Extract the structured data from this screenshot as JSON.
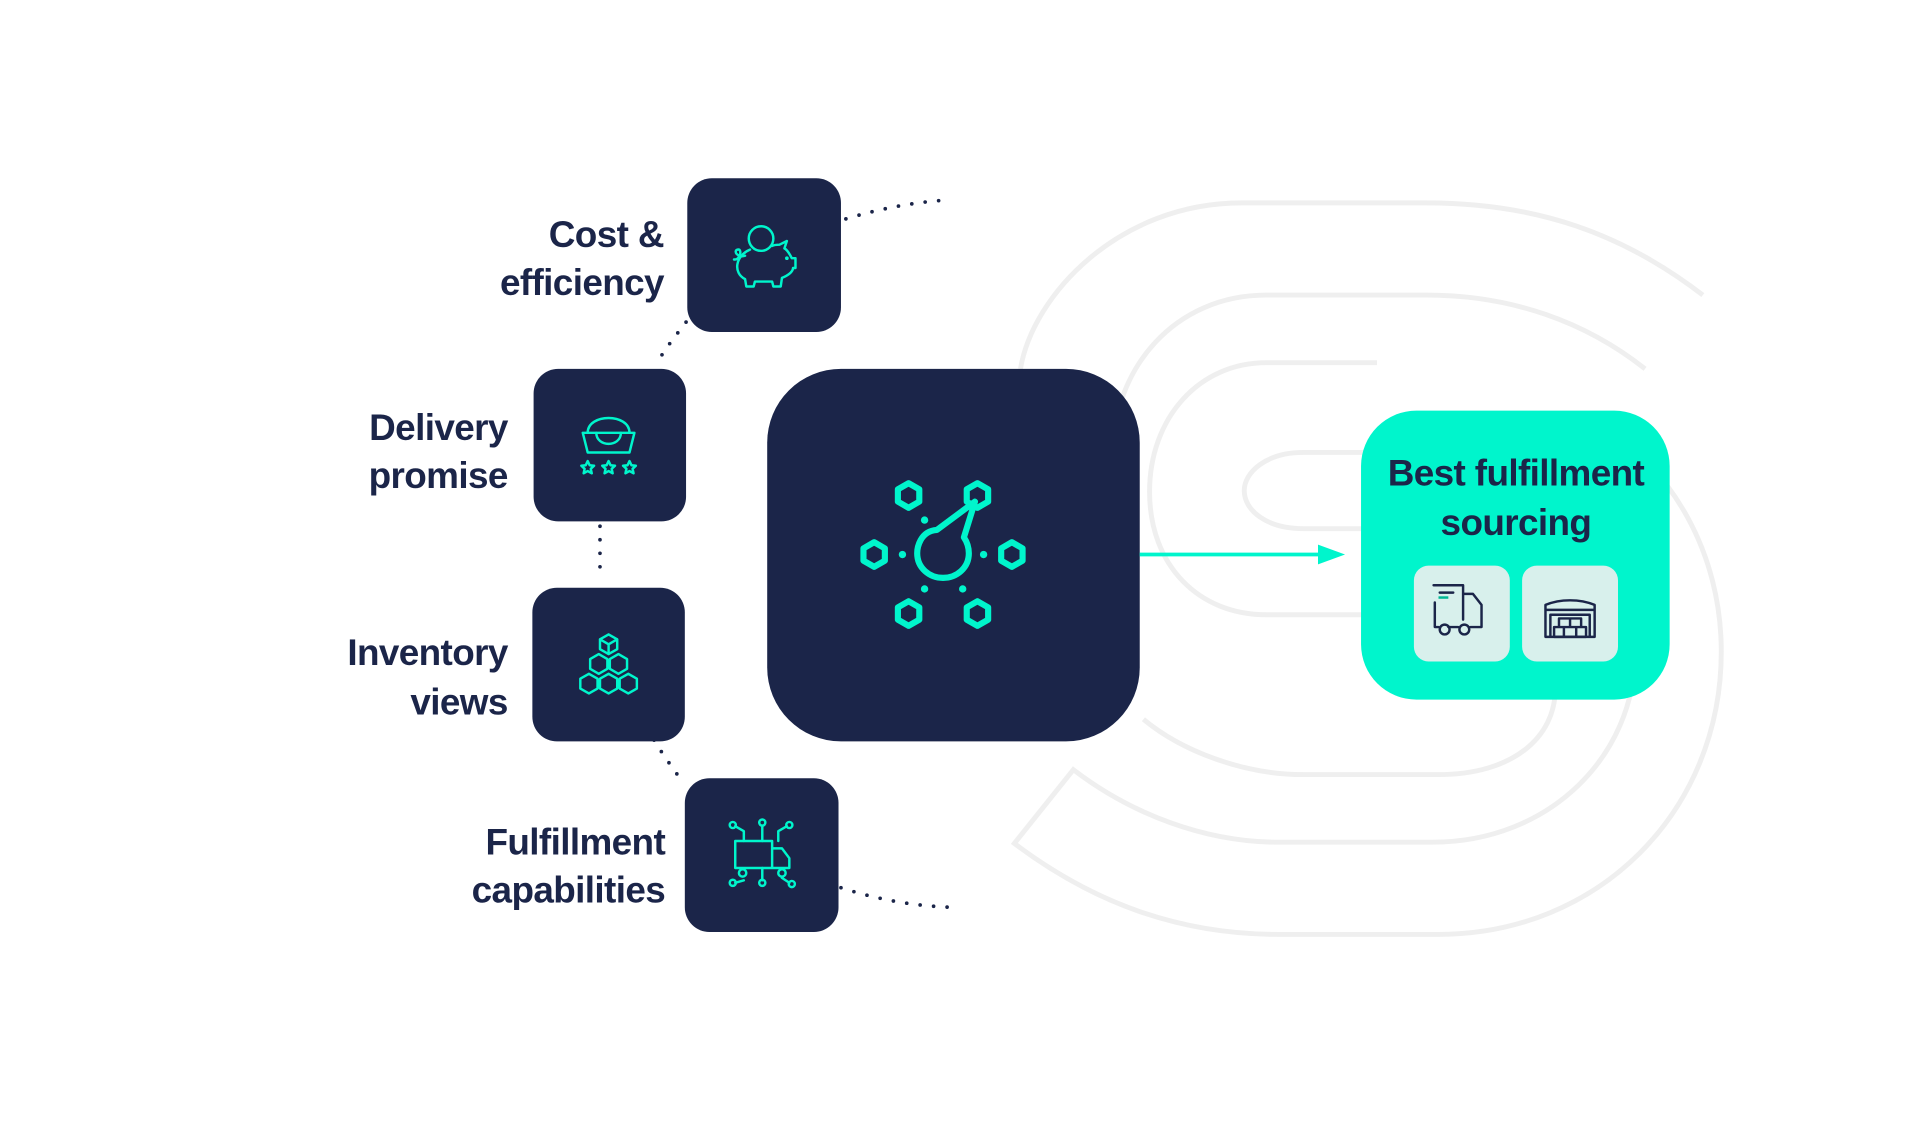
{
  "colors": {
    "navy": "#1b2549",
    "accent": "#00f5cc",
    "icon_tile": "#d8f0ec",
    "background_mark": "#efefef"
  },
  "inputs": [
    {
      "label_line1": "Cost &",
      "label_line2": "efficiency",
      "icon": "piggy-bank-icon"
    },
    {
      "label_line1": "Delivery",
      "label_line2": "promise",
      "icon": "shopping-bag-stars-icon"
    },
    {
      "label_line1": "Inventory",
      "label_line2": "views",
      "icon": "stacked-cubes-icon"
    },
    {
      "label_line1": "Fulfillment",
      "label_line2": "capabilities",
      "icon": "truck-circuit-icon"
    }
  ],
  "engine": {
    "icon": "network-hub-icon"
  },
  "output": {
    "title_line1": "Best fulfillment",
    "title_line2": "sourcing",
    "icons": [
      "delivery-truck-icon",
      "warehouse-icon"
    ]
  }
}
